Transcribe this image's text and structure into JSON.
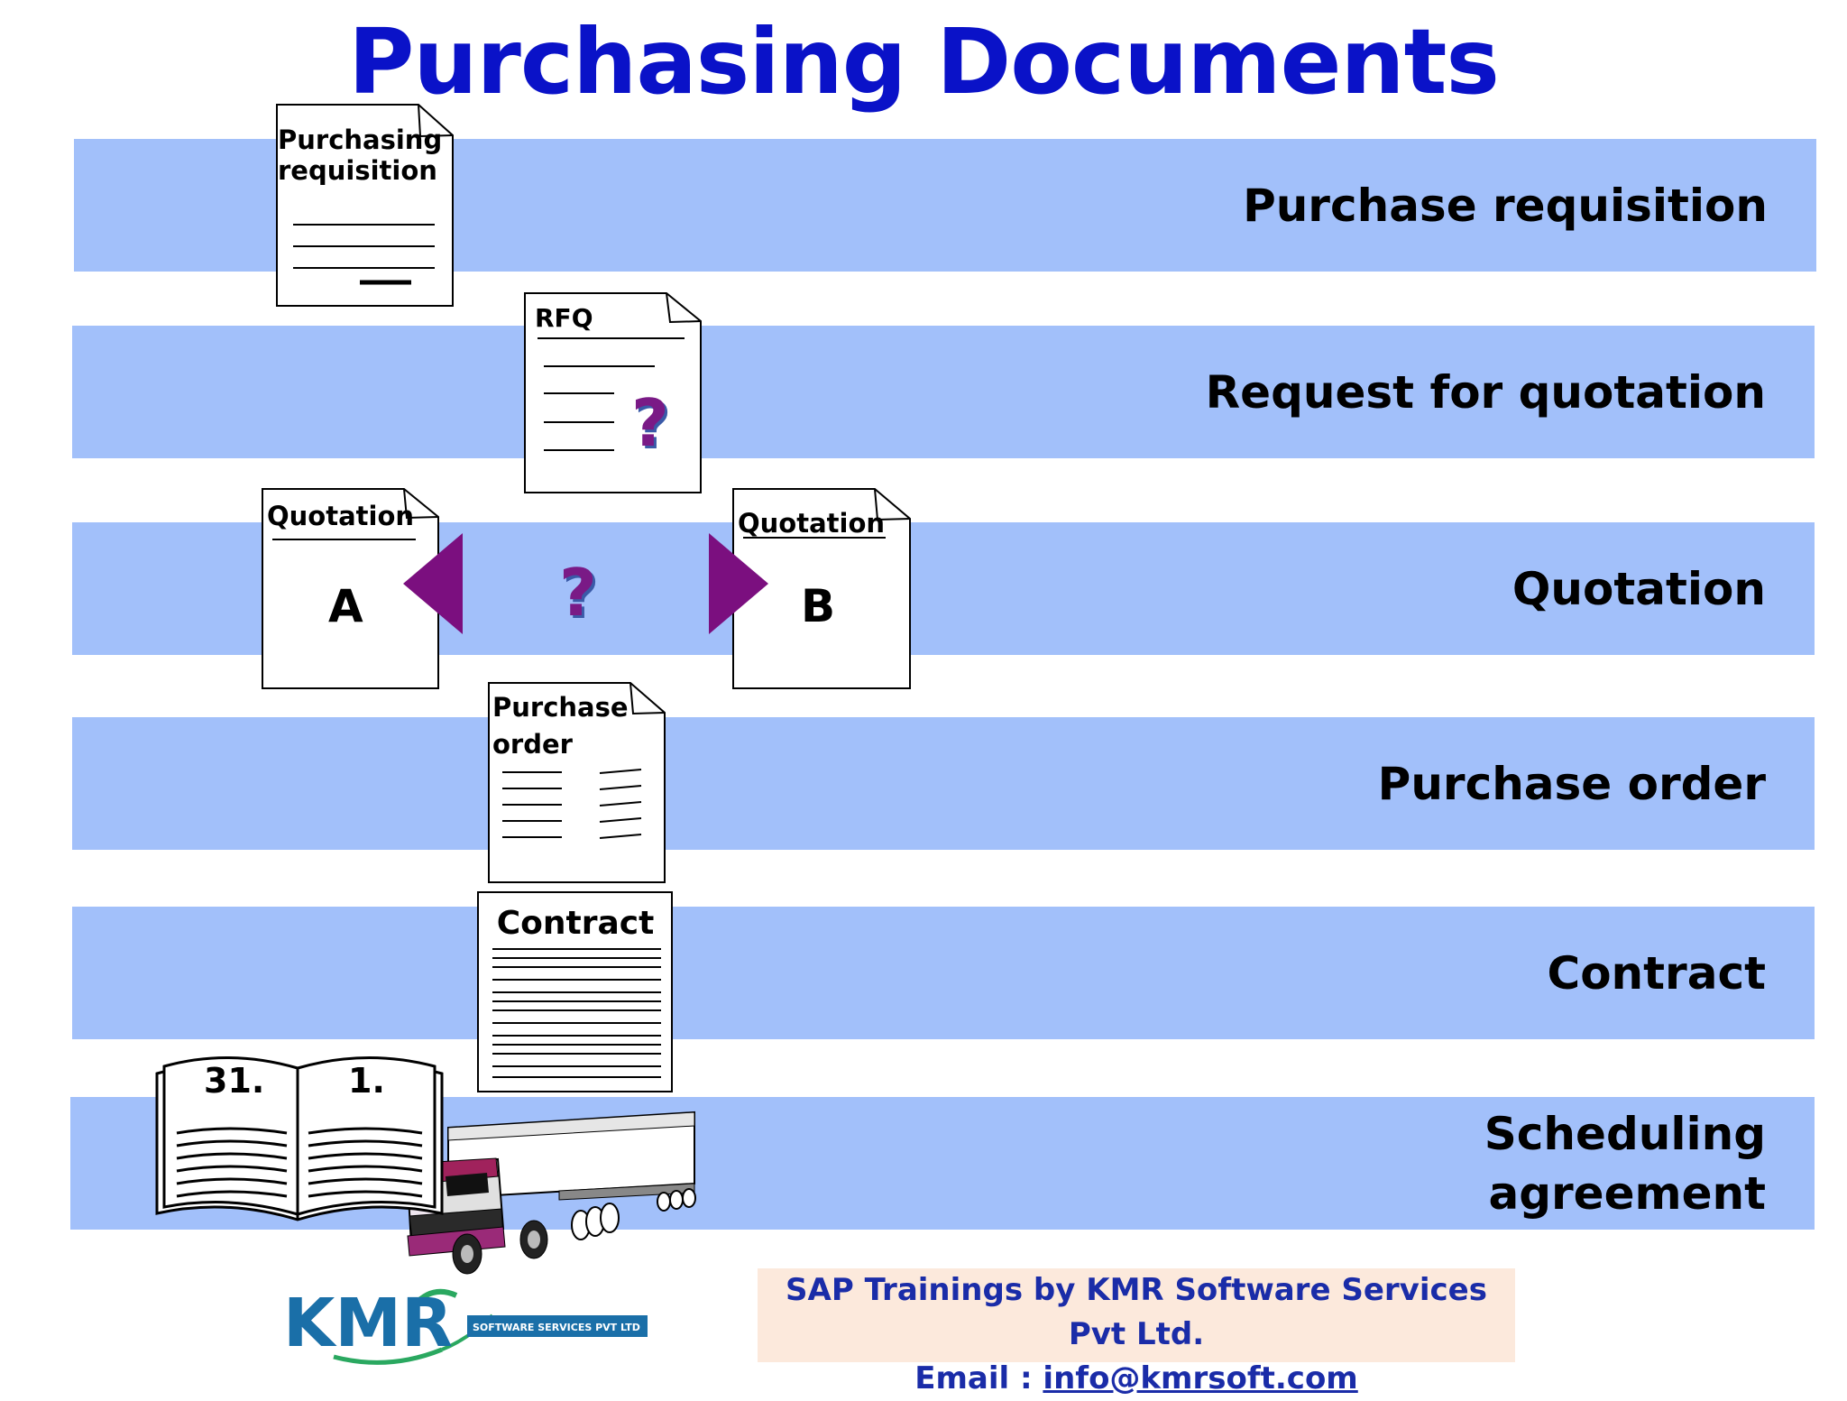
{
  "title": "Purchasing Documents",
  "bands": [
    {
      "label": "Purchase requisition"
    },
    {
      "label": "Request for quotation"
    },
    {
      "label": "Quotation"
    },
    {
      "label": "Purchase order"
    },
    {
      "label": "Contract"
    },
    {
      "label_line1": "Scheduling",
      "label_line2": "agreement"
    }
  ],
  "documents": {
    "requisition": {
      "line1": "Purchasing",
      "line2": "requisition"
    },
    "rfq": {
      "label": "RFQ",
      "mark": "?"
    },
    "quotation_a": {
      "label": "Quotation",
      "letter": "A"
    },
    "quotation_b": {
      "label": "Quotation",
      "letter": "B"
    },
    "compare_mark": "?",
    "purchase_order": {
      "line1": "Purchase",
      "line2": "order"
    },
    "contract": {
      "label": "Contract"
    },
    "calendar_book": {
      "left_page": "31.",
      "right_page": "1."
    }
  },
  "logo": {
    "letters": "KMR",
    "tagline": "SOFTWARE SERVICES PVT LTD"
  },
  "footer": {
    "line1": "SAP Trainings by KMR Software Services Pvt Ltd.",
    "email_prefix": "Email : ",
    "email": "info@kmrsoft.com"
  },
  "colors": {
    "title": "#0a12c8",
    "band": "#a2c0fa",
    "arrow": "#7b0f7f",
    "footer_bg": "#fce9dc",
    "footer_text": "#1a2ca8"
  }
}
